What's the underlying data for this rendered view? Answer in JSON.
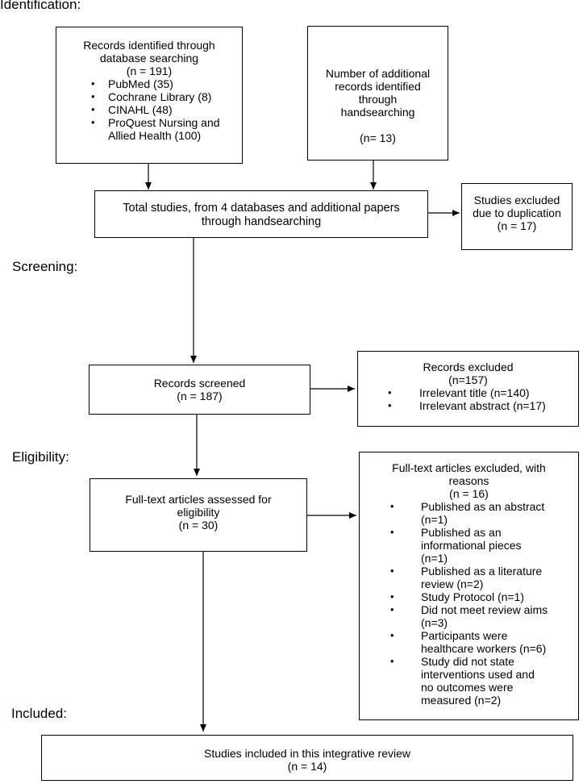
{
  "stages": {
    "identification": "Identification:",
    "screening": "Screening:",
    "eligibility": "Eligibility:",
    "included": "Included:"
  },
  "database_box": {
    "title_line1": "Records identified through",
    "title_line2": "database searching",
    "count": "(n = 191)",
    "items": [
      {
        "label": "PubMed (35)"
      },
      {
        "label": "Cochrane Library (8)"
      },
      {
        "label": "CINAHL (48)"
      },
      {
        "label": "ProQuest Nursing and Allied Health (100)"
      }
    ]
  },
  "handsearch_box": {
    "line1": "Number of additional",
    "line2": "records identified",
    "line3": "through",
    "line4": "handsearching",
    "count": "(n= 13)"
  },
  "total_box": {
    "line1": "Total studies, from 4 databases and additional papers",
    "line2": "through handsearching"
  },
  "duplicates_box": {
    "line1": "Studies excluded",
    "line2": "due to duplication",
    "count": "(n = 17)"
  },
  "screened_box": {
    "title": "Records screened",
    "count": "(n = 187)"
  },
  "excluded_box": {
    "title": "Records excluded",
    "count": "(n=157)",
    "items": [
      {
        "label": "Irrelevant title (n=140)"
      },
      {
        "label": "Irrelevant abstract (n=17)"
      }
    ]
  },
  "fulltext_box": {
    "line1": "Full-text articles assessed for",
    "line2": "eligibility",
    "count": "(n = 30)"
  },
  "fulltext_excluded_box": {
    "line1": "Full-text articles excluded, with",
    "line2": "reasons",
    "count": "(n = 16)",
    "items": [
      {
        "label": "Published as an abstract (n=1)"
      },
      {
        "label": "Published as an informational pieces (n=1)"
      },
      {
        "label": "Published as a literature review (n=2)"
      },
      {
        "label": "Study Protocol (n=1)"
      },
      {
        "label": "Did not meet review aims (n=3)"
      },
      {
        "label": "Participants were healthcare workers (n=6)"
      },
      {
        "label": "Study did not state interventions used and no outcomes were measured (n=2)"
      }
    ]
  },
  "included_box": {
    "title": "Studies included in this integrative review",
    "count": "(n = 14)"
  }
}
